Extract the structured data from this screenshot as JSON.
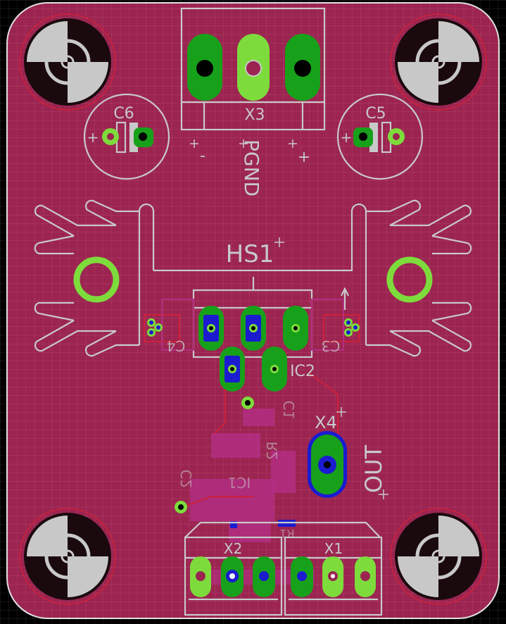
{
  "colors": {
    "board": "#9b2450",
    "grid": "#b84a72",
    "outline": "#e0e0e0",
    "silkscreen": "#c8c8c8",
    "copper_pad": "#17a11a",
    "copper_pad_light": "#7ddc3c",
    "via": "#1b1bd0",
    "bottom_layer": "#b32e83",
    "trace_red": "#d0203a"
  },
  "labels": {
    "c6": "C6",
    "c5": "C5",
    "x3": "X3",
    "pgnd": "PGND",
    "minus": "-",
    "plus": "+",
    "hs1": "HS1",
    "ic2": "IC2",
    "x4": "X4",
    "out": "OUT",
    "x2": "X2",
    "x1": "X1",
    "c4_mirrored": "C4",
    "c3_mirrored": "C3",
    "c1_mirrored": "C1",
    "r2_mirrored": "R2",
    "ic1_mirrored": "IC1",
    "c2_mirrored": "C2",
    "r1_mirrored": "R1"
  },
  "icons": {
    "mount_hole": "mount-hole-icon",
    "pad": "pad-icon",
    "via": "via-icon"
  }
}
